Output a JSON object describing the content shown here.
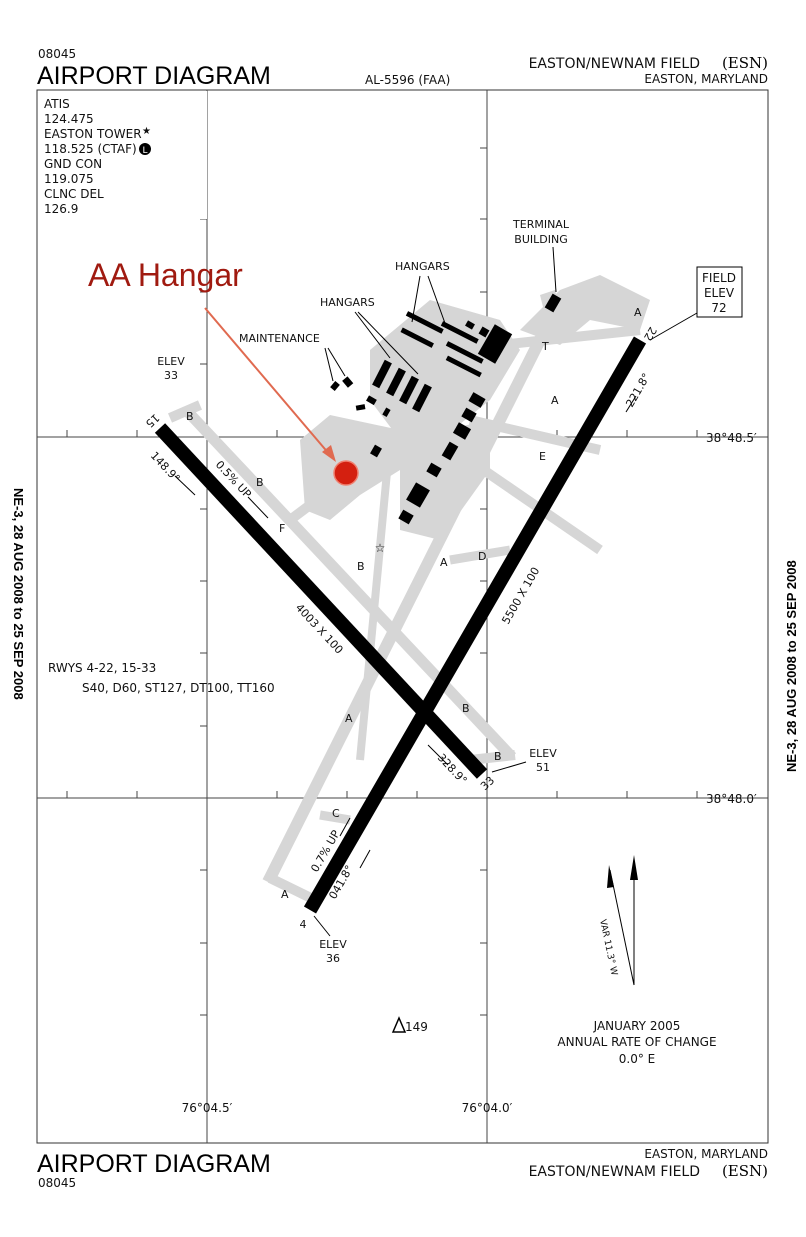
{
  "header": {
    "chart_number": "08045",
    "title": "AIRPORT DIAGRAM",
    "faa_id": "AL-5596 (FAA)",
    "airport_name": "EASTON/NEWNAM FIELD",
    "airport_code": "(ESN)",
    "location": "EASTON, MARYLAND"
  },
  "frequencies": {
    "lines": [
      "ATIS",
      "124.475",
      "EASTON TOWER",
      "118.525 (CTAF)",
      "GND CON",
      "119.075",
      "CLNC DEL",
      "126.9"
    ],
    "tower_star": "★",
    "lighting_symbol": "L"
  },
  "annotation": {
    "label": "AA Hangar",
    "color": "#a01a10",
    "marker_color": "#d42010",
    "arrow_color": "#e06a50"
  },
  "labels": {
    "hangars_1": "HANGARS",
    "hangars_2": "HANGARS",
    "terminal": [
      "TERMINAL",
      "BUILDING"
    ],
    "maintenance": "MAINTENANCE",
    "field_elev": [
      "FIELD",
      "ELEV",
      "72"
    ],
    "elev_15": [
      "ELEV",
      "33"
    ],
    "elev_33": [
      "ELEV",
      "51"
    ],
    "elev_4": [
      "ELEV",
      "36"
    ]
  },
  "runways": {
    "rwy_15_33": {
      "dims": "4003 X 100",
      "end_15": "15",
      "end_33": "33",
      "hdg_15": "148.9°",
      "hdg_33": "328.9°",
      "slope": "0.5% UP"
    },
    "rwy_4_22": {
      "dims": "5500 X 100",
      "end_4": "4",
      "end_22": "22",
      "hdg_4": "041.8°",
      "hdg_22": "221.8°",
      "slope": "0.7% UP"
    },
    "summary": [
      "RWYS 4-22, 15-33",
      "S40, D60, ST127, DT100, TT160"
    ]
  },
  "taxiways": {
    "A": "A",
    "B": "B",
    "C": "C",
    "D": "D",
    "E": "E",
    "F": "F",
    "T": "T"
  },
  "coordinates": {
    "lat_1": "38°48.5′",
    "lat_2": "38°48.0′",
    "lon_1": "76°04.5′",
    "lon_2": "76°04.0′"
  },
  "magnetic": {
    "var": "VAR 11.3° W",
    "date": "JANUARY 2005",
    "rate_label": "ANNUAL RATE OF CHANGE",
    "rate": "0.0° E"
  },
  "obstacle": "149",
  "side_text": "NE-3, 28 AUG 2008 to 25 SEP 2008",
  "footer": {
    "title": "AIRPORT DIAGRAM",
    "chart_number": "08045",
    "location": "EASTON, MARYLAND",
    "airport_name": "EASTON/NEWNAM FIELD",
    "airport_code": "(ESN)"
  }
}
